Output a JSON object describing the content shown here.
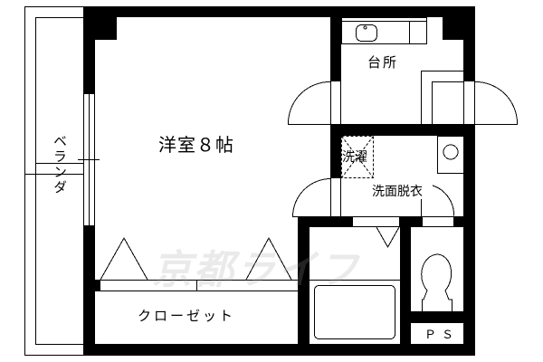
{
  "floor_plan": {
    "rooms": {
      "main_room": "洋室８帖",
      "kitchen": "台所",
      "laundry": "洗濯",
      "washroom": "洗面脱衣",
      "closet": "クローゼット",
      "pipe_space": "ＰＳ",
      "veranda": "ベランダ"
    },
    "watermark": "京都ライフ",
    "colors": {
      "wall": "#000000",
      "line": "#000000",
      "background": "#ffffff",
      "watermark": "#d9d9d9"
    }
  }
}
